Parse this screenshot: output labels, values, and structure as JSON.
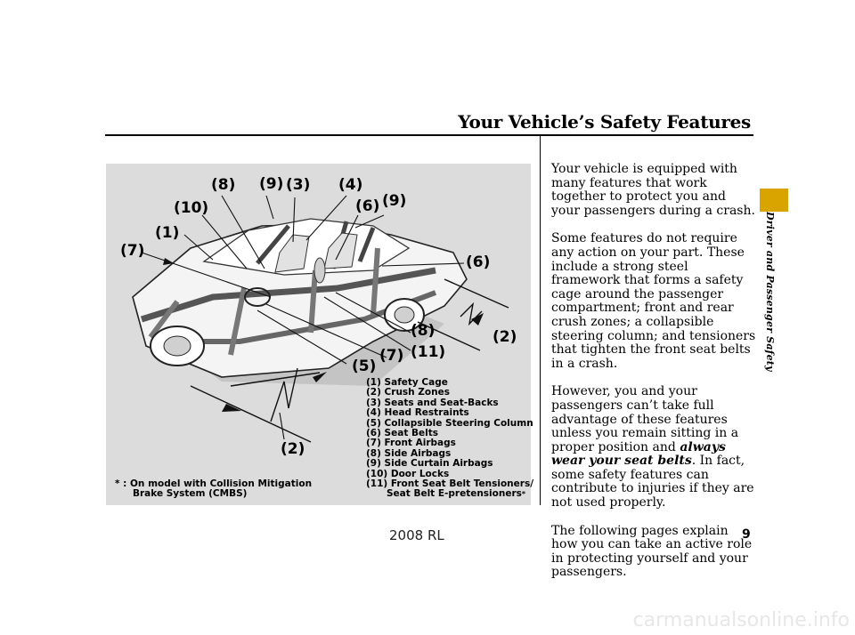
{
  "header": {
    "title": "Your Vehicle’s Safety Features"
  },
  "figure": {
    "callouts": [
      "(8)",
      "(9)",
      "(3)",
      "(4)",
      "(6)",
      "(9)",
      "(10)",
      "(1)",
      "(7)",
      "(6)",
      "(8)",
      "(2)",
      "(11)",
      "(7)",
      "(5)",
      "(2)"
    ],
    "legend": [
      "(1) Safety Cage",
      "(2) Crush Zones",
      "(3) Seats and Seat-Backs",
      "(4) Head Restraints",
      "(5) Collapsible Steering Column",
      "(6) Seat Belts",
      "(7) Front Airbags",
      "(8) Side Airbags",
      "(9) Side Curtain Airbags",
      "(10) Door Locks",
      "(11) Front Seat Belt Tensioners/"
    ],
    "legend_continuation": "Seat Belt E-pretensioners",
    "legend_star": "*",
    "footnote_star": "*",
    "footnote_line1": ": On model with Collision Mitigation",
    "footnote_line2": "Brake System (CMBS)"
  },
  "body": {
    "p1": "Your vehicle is equipped with many features that work together to protect you and your passengers during a crash.",
    "p2": "Some features do not require any action on your part. These include a strong steel framework that forms a safety cage around the passenger compartment; front and rear crush zones; a collapsible steering column; and tensioners that tighten the front seat belts in a crash.",
    "p3_a": "However, you and your passengers can’t take full advantage of these features unless you remain sitting in a proper position and ",
    "p3_em": "always wear your seat belts",
    "p3_b": ". In fact, some safety features can contribute to injuries if they are not used properly.",
    "p4": "The following pages explain how you can take an active role in protecting yourself and your passengers."
  },
  "side_tab": {
    "label": "Driver and Passenger Safety",
    "color": "#d9a400"
  },
  "footer": {
    "page_number": "9",
    "model_year": "2008  RL",
    "watermark": "carmanualsonline.info"
  }
}
